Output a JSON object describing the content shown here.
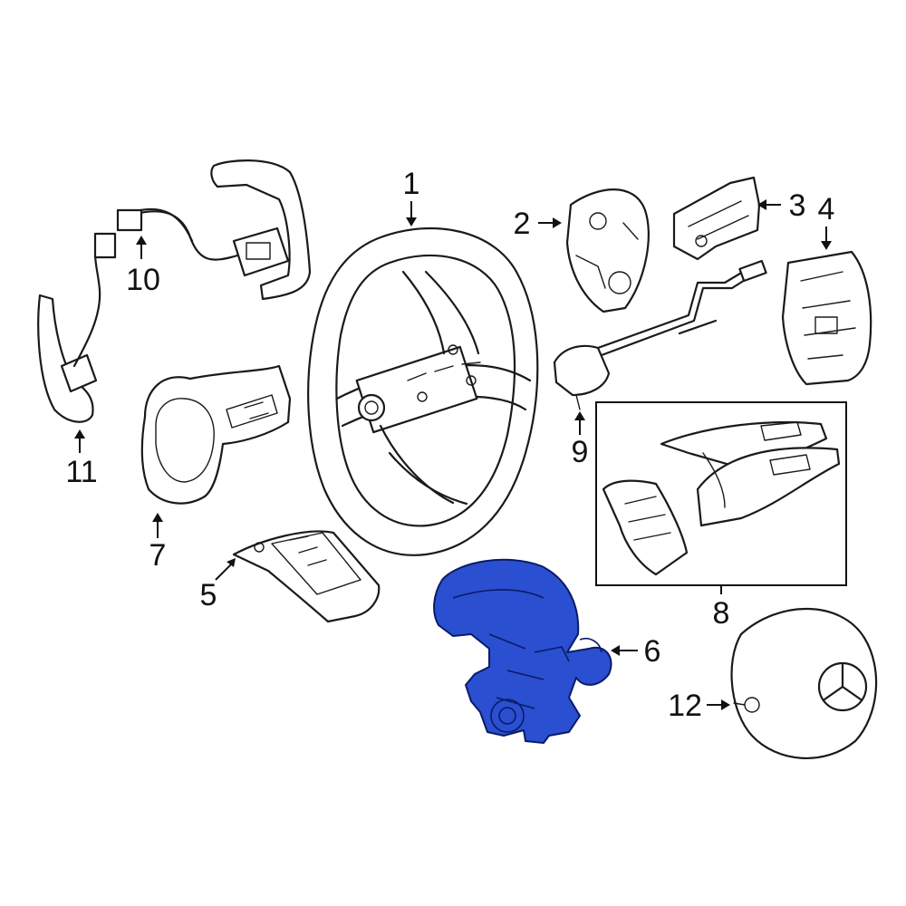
{
  "diagram": {
    "highlight_color": "#2a4fd0",
    "callouts": [
      {
        "id": "1",
        "label": "1"
      },
      {
        "id": "2",
        "label": "2"
      },
      {
        "id": "3",
        "label": "3"
      },
      {
        "id": "4",
        "label": "4"
      },
      {
        "id": "5",
        "label": "5"
      },
      {
        "id": "6",
        "label": "6"
      },
      {
        "id": "7",
        "label": "7"
      },
      {
        "id": "8",
        "label": "8"
      },
      {
        "id": "9",
        "label": "9"
      },
      {
        "id": "10",
        "label": "10"
      },
      {
        "id": "11",
        "label": "11"
      },
      {
        "id": "12",
        "label": "12"
      }
    ],
    "highlighted_part": "6"
  }
}
